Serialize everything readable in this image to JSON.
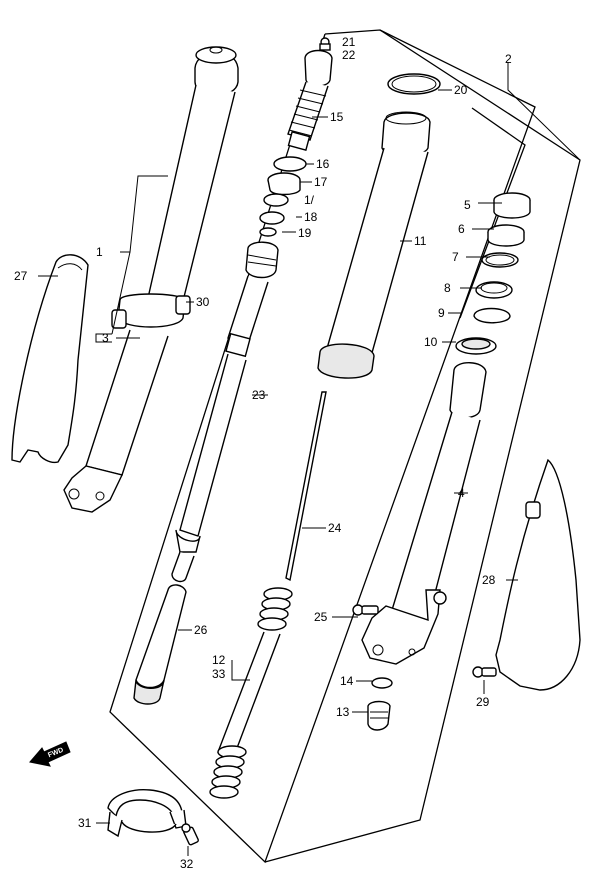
{
  "labels": {
    "l1": "1",
    "l2": "2",
    "l3": "3",
    "l4": "4",
    "l5": "5",
    "l6": "6",
    "l7": "7",
    "l8": "8",
    "l9": "9",
    "l10": "10",
    "l11": "11",
    "l12": "12",
    "l13": "13",
    "l14": "14",
    "l15": "15",
    "l16": "16",
    "l17": "17",
    "l1b": "1/",
    "l18": "18",
    "l19": "19",
    "l20": "20",
    "l21": "21",
    "l22": "22",
    "l23": "23",
    "l24": "24",
    "l25": "25",
    "l26": "26",
    "l27": "27",
    "l28": "28",
    "l29": "29",
    "l30": "30",
    "l31": "31",
    "l32": "32",
    "l33": "33"
  },
  "fwd_arrow": {
    "text": "FWD",
    "icon": "forward-arrow-icon"
  }
}
